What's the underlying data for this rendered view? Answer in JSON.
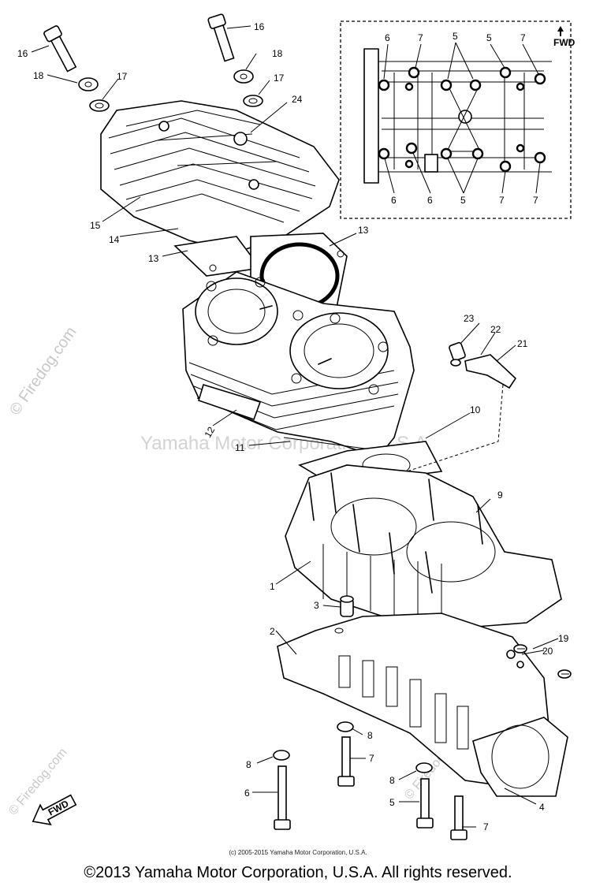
{
  "watermarks": {
    "side": "© Firedog.com",
    "center": "Yamaha Motor Corporation, U.S.A.",
    "corner_bottom_left": "© Firedog.com",
    "corner_bottom_right": "© Firedog.com"
  },
  "inset": {
    "fwd_label": "FWD",
    "top_labels": [
      "6",
      "7",
      "5",
      "5",
      "7"
    ],
    "bottom_labels": [
      "6",
      "6",
      "5",
      "7",
      "7"
    ]
  },
  "parts": {
    "p16a": "16",
    "p16b": "16",
    "p18a": "18",
    "p18b": "18",
    "p17a": "17",
    "p17b": "17",
    "p24": "24",
    "p15": "15",
    "p14": "14",
    "p13a": "13",
    "p13b": "13",
    "p23": "23",
    "p22": "22",
    "p21": "21",
    "p12": "12",
    "p11": "11",
    "p10": "10",
    "p9": "9",
    "p1": "1",
    "p3": "3",
    "p2": "2",
    "p19": "19",
    "p20": "20",
    "p8a": "8",
    "p8b": "8",
    "p8c": "8",
    "p7a": "7",
    "p7b": "7",
    "p6": "6",
    "p5": "5",
    "p4": "4"
  },
  "fwd_arrow_label": "FWD",
  "footer": {
    "small": "(c) 2005-2015 Yamaha Motor Corporation, U.S.A.",
    "main": "©2013 Yamaha Motor Corporation, U.S.A. All rights reserved."
  }
}
